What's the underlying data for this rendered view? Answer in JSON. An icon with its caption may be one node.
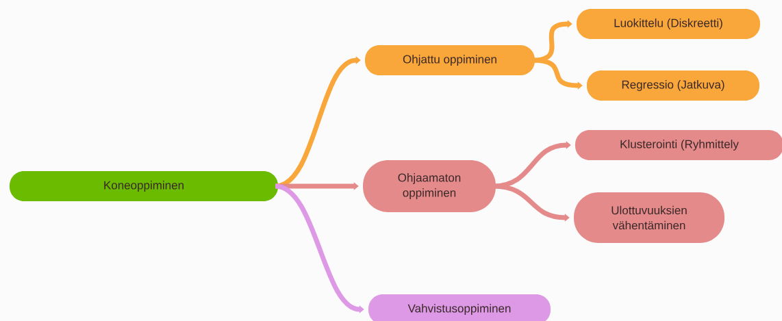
{
  "diagram": {
    "nodes": [
      {
        "text": [
          "Koneoppiminen"
        ]
      },
      {
        "text": [
          "Ohjattu oppiminen"
        ]
      },
      {
        "text": [
          "Luokittelu (Diskreetti)"
        ]
      },
      {
        "text": [
          "Regressio (Jatkuva)"
        ]
      },
      {
        "text": [
          "Ohjaamaton oppiminen"
        ]
      },
      {
        "text": [
          "Klusterointi (Ryhmittely"
        ]
      },
      {
        "text": [
          "Ulottuvuuksien vähentäminen"
        ]
      },
      {
        "text": [
          "Vahvistusoppiminen"
        ]
      }
    ],
    "edges": [
      {
        "from": 0,
        "to": 1,
        "arrow": "to",
        "color": "#f9a63a"
      },
      {
        "from": 0,
        "to": 4,
        "arrow": "to",
        "color": "#e58a8a"
      },
      {
        "from": 0,
        "to": 7,
        "arrow": "to",
        "color": "#dd99e5"
      },
      {
        "from": 1,
        "to": 2,
        "arrow": "to",
        "color": "#f9a63a"
      },
      {
        "from": 1,
        "to": 3,
        "arrow": "to",
        "color": "#f9a63a"
      },
      {
        "from": 4,
        "to": 5,
        "arrow": "to",
        "color": "#e58a8a"
      },
      {
        "from": 4,
        "to": 6,
        "arrow": "to",
        "color": "#e58a8a"
      }
    ]
  }
}
